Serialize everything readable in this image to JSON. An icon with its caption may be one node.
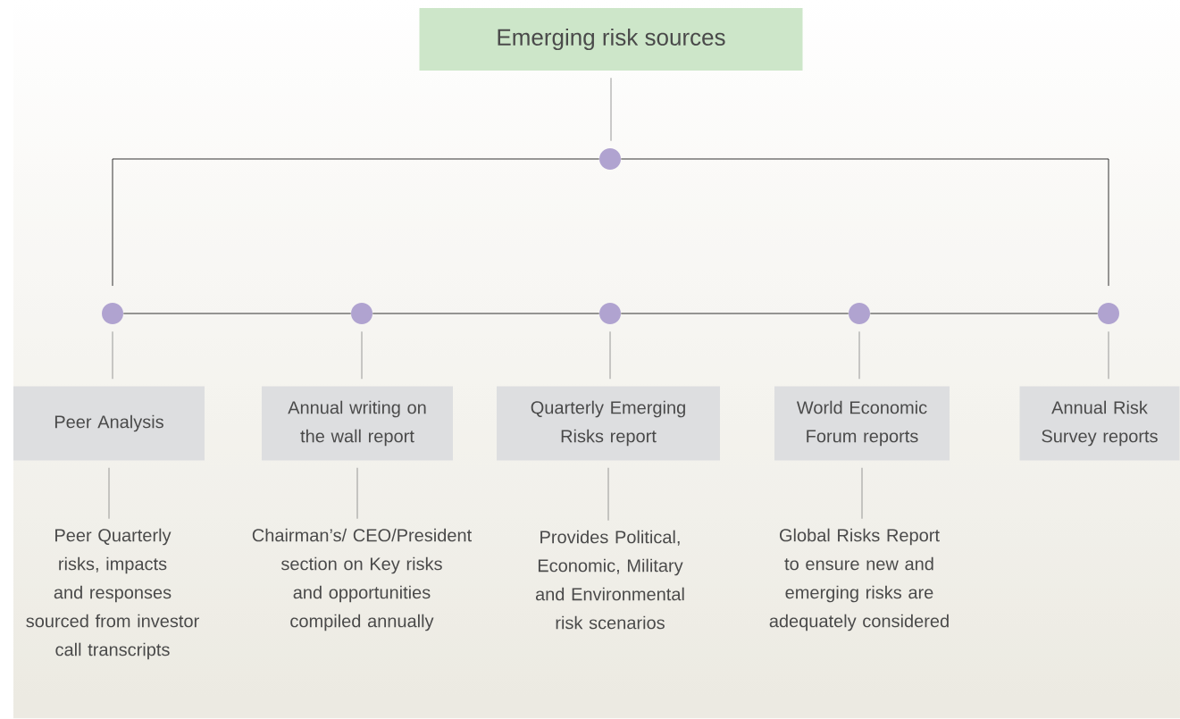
{
  "diagram": {
    "nodes": [
      {
        "text": [
          "Emerging risk sources"
        ]
      },
      {
        "text": [],
        "shape": "circle"
      },
      {
        "text": [],
        "shape": "circle"
      },
      {
        "text": [],
        "shape": "circle"
      },
      {
        "text": [],
        "shape": "circle"
      },
      {
        "text": [],
        "shape": "circle"
      },
      {
        "text": [],
        "shape": "circle"
      },
      {
        "text": [
          "Peer Analysis"
        ]
      },
      {
        "text": [
          "Annual writing on the wall report"
        ]
      },
      {
        "text": [
          "Quarterly Emerging Risks report"
        ]
      },
      {
        "text": [
          "World Economic Forum reports"
        ]
      },
      {
        "text": [
          "Annual Risk Survey reports"
        ]
      },
      {
        "text": [
          "Peer Quarterly risks, impacts and responses sourced from investor call transcripts"
        ]
      },
      {
        "text": [
          "Chairman’s/ CEO/President section on Key risks and opportunities compiled annually"
        ]
      },
      {
        "text": [
          "Provides Political, Economic, Military and Environmental risk scenarios"
        ]
      },
      {
        "text": [
          "Global Risks Report to ensure new and emerging risks are adequately considered"
        ]
      }
    ],
    "edges": [
      {
        "from": 0,
        "to": 1,
        "arrow": "none"
      },
      {
        "from": 1,
        "to": 2,
        "arrow": "none",
        "color": "#000000"
      },
      {
        "from": 1,
        "to": 6,
        "arrow": "none",
        "color": "#000000"
      },
      {
        "from": 2,
        "to": 3,
        "arrow": "none",
        "color": "#000000"
      },
      {
        "from": 3,
        "to": 4,
        "arrow": "none",
        "color": "#000000"
      },
      {
        "from": 4,
        "to": 5,
        "arrow": "none",
        "color": "#000000"
      },
      {
        "from": 5,
        "to": 6,
        "arrow": "none",
        "color": "#000000"
      },
      {
        "from": 2,
        "to": 7,
        "arrow": "none"
      },
      {
        "from": 3,
        "to": 8,
        "arrow": "none"
      },
      {
        "from": 4,
        "to": 9,
        "arrow": "none"
      },
      {
        "from": 5,
        "to": 10,
        "arrow": "none"
      },
      {
        "from": 6,
        "to": 11,
        "arrow": "none"
      },
      {
        "from": 7,
        "to": 12,
        "arrow": "none"
      },
      {
        "from": 8,
        "to": 13,
        "arrow": "none"
      },
      {
        "from": 9,
        "to": 14,
        "arrow": "none"
      },
      {
        "from": 10,
        "to": 15,
        "arrow": "none"
      }
    ]
  }
}
